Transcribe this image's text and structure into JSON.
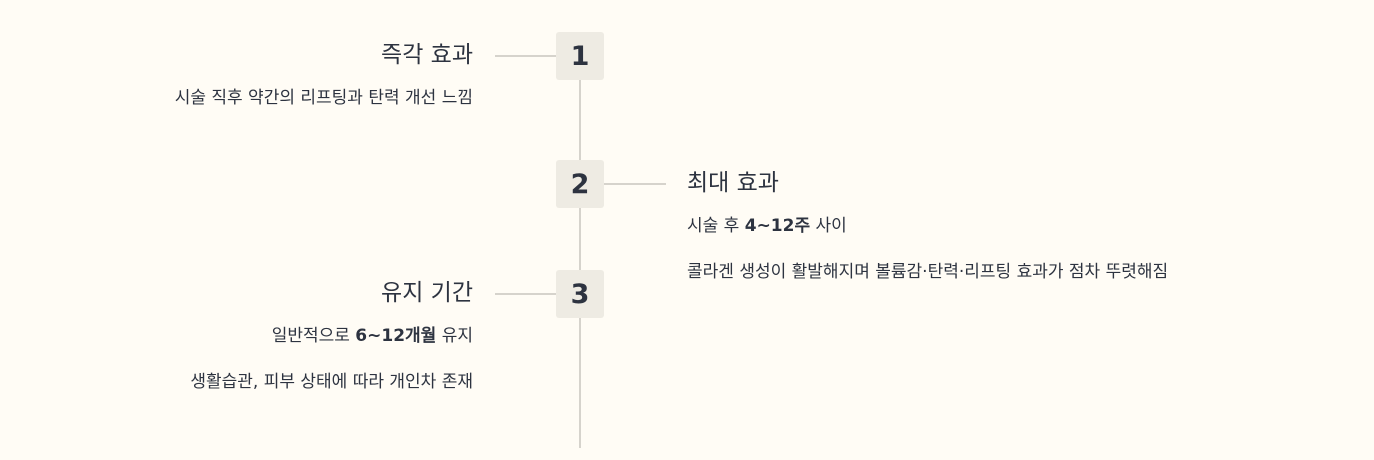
{
  "steps": [
    {
      "number": "1",
      "title": "즉각 효과",
      "lines": [
        {
          "text": "시술 직후 약간의 리프팅과 탄력 개선 느낌"
        }
      ]
    },
    {
      "number": "2",
      "title": "최대 효과",
      "lines": [
        {
          "pre": "시술 후 ",
          "bold": "4~12주",
          "post": " 사이"
        },
        {
          "text": "콜라겐 생성이 활발해지며 볼륨감·탄력·리프팅 효과가 점차 뚜렷해짐"
        }
      ]
    },
    {
      "number": "3",
      "title": "유지 기간",
      "lines": [
        {
          "pre": "일반적으로 ",
          "bold": "6~12개월",
          "post": " 유지"
        },
        {
          "text": "생활습관, 피부 상태에 따라 개인차 존재"
        }
      ]
    }
  ]
}
